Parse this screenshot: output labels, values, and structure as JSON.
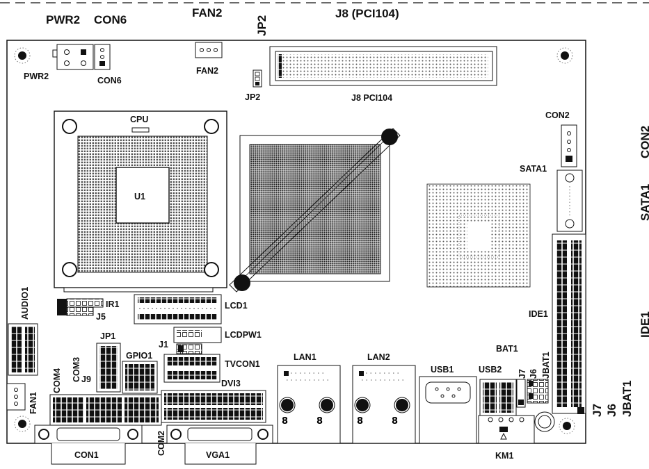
{
  "outer_labels": {
    "pwr2": "PWR2",
    "con6": "CON6",
    "fan2": "FAN2",
    "jp2": "JP2",
    "j8": "J8 (PCI104)",
    "con2": "CON2",
    "sata1": "SATA1",
    "ide1": "IDE1",
    "j7": "J7",
    "j6": "J6",
    "jbat1": "JBAT1"
  },
  "board_labels": {
    "pwr2": "PWR2",
    "con6": "CON6",
    "fan2": "FAN2",
    "jp2": "JP2",
    "j8": "J8  PCI104",
    "cpu": "CPU",
    "u1": "U1",
    "con2": "CON2",
    "sata1": "SATA1",
    "ide1": "IDE1",
    "audio1": "AUDIO1",
    "ir1": "IR1",
    "j5": "J5",
    "lcd1": "LCD1",
    "lcdpw1": "LCDPW1",
    "j1": "J1",
    "jp1": "JP1",
    "gpio1": "GPIO1",
    "tvcon1": "TVCON1",
    "com4": "COM4",
    "com3": "COM3",
    "j9": "J9",
    "dvi3": "DVI3",
    "lan1": "LAN1",
    "lan2": "LAN2",
    "usb1": "USB1",
    "usb2": "USB2",
    "bat1": "BAT1",
    "j7": "J7",
    "j6": "J6",
    "jbat1": "JBAT1",
    "fan1": "FAN1",
    "con1": "CON1",
    "com2": "COM2",
    "vga1": "VGA1",
    "km1": "KM1"
  }
}
